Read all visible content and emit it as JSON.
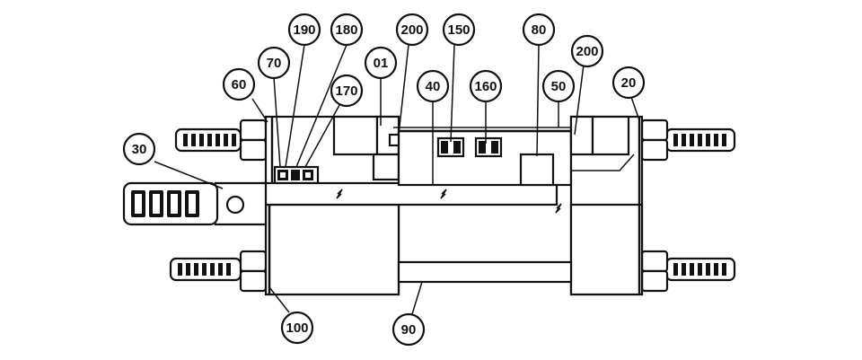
{
  "diagram": {
    "callouts": [
      {
        "id": "c190",
        "label": "190"
      },
      {
        "id": "c180",
        "label": "180"
      },
      {
        "id": "c200a",
        "label": "200"
      },
      {
        "id": "c150",
        "label": "150"
      },
      {
        "id": "c80",
        "label": "80"
      },
      {
        "id": "c200b",
        "label": "200"
      },
      {
        "id": "c70",
        "label": "70"
      },
      {
        "id": "c01",
        "label": "01"
      },
      {
        "id": "c60",
        "label": "60"
      },
      {
        "id": "c170",
        "label": "170"
      },
      {
        "id": "c40",
        "label": "40"
      },
      {
        "id": "c160",
        "label": "160"
      },
      {
        "id": "c50",
        "label": "50"
      },
      {
        "id": "c20",
        "label": "20"
      },
      {
        "id": "c30",
        "label": "30"
      },
      {
        "id": "c100",
        "label": "100"
      },
      {
        "id": "c90",
        "label": "90"
      }
    ],
    "colors": {
      "line": "#111111",
      "background": "#ffffff"
    }
  }
}
